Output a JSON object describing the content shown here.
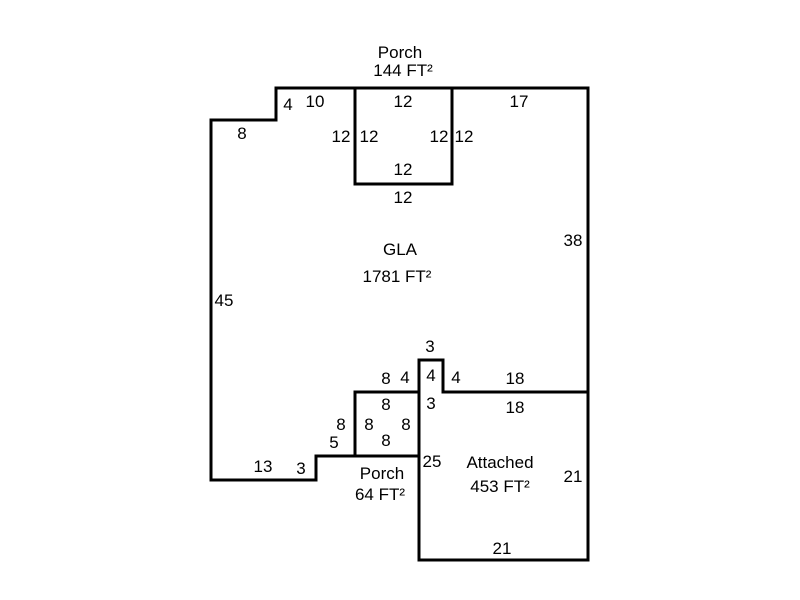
{
  "areas": {
    "porch_top": {
      "name": "Porch",
      "area": "144 FT²"
    },
    "gla": {
      "name": "GLA",
      "area": "1781 FT²"
    },
    "porch_bottom": {
      "name": "Porch",
      "area": "64 FT²"
    },
    "attached": {
      "name": "Attached",
      "area": "453 FT²"
    }
  },
  "dimensions": {
    "gla_top_step": "4",
    "gla_top_left": "10",
    "porch_top_top": "12",
    "gla_top_right": "17",
    "gla_left_top": "8",
    "porch_top_left_outer": "12",
    "porch_top_left_inner": "12",
    "porch_top_right_inner": "12",
    "porch_top_right_outer": "12",
    "porch_top_bottom_inner": "12",
    "porch_top_bottom_outer": "12",
    "gla_right": "38",
    "gla_left": "45",
    "notch_top": "3",
    "porch_bottom_top_outer": "8",
    "gla_notch_left": "4",
    "notch_left_a": "4",
    "notch_left_b": "3",
    "notch_right": "4",
    "gla_bottom_right": "18",
    "porch_bottom_top_inner": "8",
    "attached_top": "18",
    "porch_bottom_left_outer": "8",
    "porch_bottom_left_inner": "8",
    "porch_bottom_right_inner": "8",
    "gla_step_bottom": "5",
    "porch_bottom_bottom_inner": "8",
    "gla_bottom_left": "13",
    "gla_bottom_step": "3",
    "attached_left": "25",
    "attached_right": "21",
    "attached_bottom": "21"
  }
}
